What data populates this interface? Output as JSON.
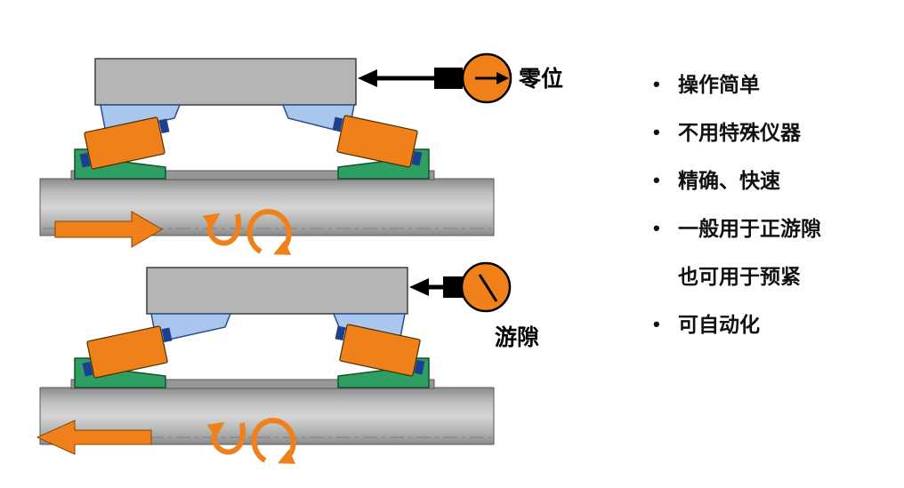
{
  "gauges": {
    "top_label": "零位",
    "bottom_label": "游隙"
  },
  "bullet_char": "•",
  "notes": [
    {
      "text": "操作简单"
    },
    {
      "text": "不用特殊仪器"
    },
    {
      "text": "精确、快速"
    },
    {
      "text": "一般用于正游隙"
    },
    {
      "text": "也可用于预紧"
    },
    {
      "text": "可自动化"
    }
  ],
  "colors": {
    "orange": "#F08019",
    "green": "#2F9E63",
    "blue_light": "#A9C7EC",
    "blue_dark": "#1E3F8F",
    "housing_gray": "#B5B5B5"
  }
}
